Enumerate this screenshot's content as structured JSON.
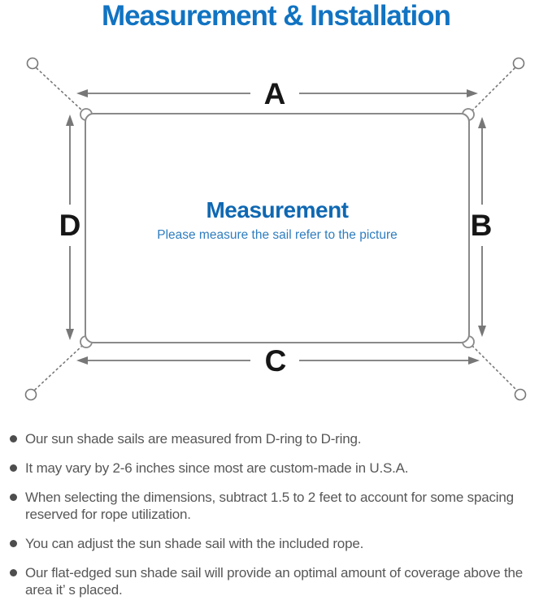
{
  "title": "Measurement & Installation",
  "diagram": {
    "labels": {
      "top": "A",
      "right": "B",
      "bottom": "C",
      "left": "D"
    },
    "center_title": "Measurement",
    "center_subtitle": "Please measure the sail refer to the picture"
  },
  "notes": [
    "Our sun shade sails are measured from D-ring to D-ring.",
    "It may vary by 2-6 inches since most are custom-made in U.S.A.",
    "When selecting the dimensions, subtract 1.5 to 2 feet to account for some spacing reserved for rope utilization.",
    "You can adjust the sun shade sail with the included rope.",
    "Our flat-edged sun shade sail will provide an optimal amount of coverage above the area it’ s placed."
  ],
  "colors": {
    "title_blue": "#1173c2",
    "center_blue": "#0f68b2",
    "subtitle_blue": "#2e7dbf",
    "line_gray": "#777777",
    "ring_gray": "#8a8a8a",
    "label_black": "#161616",
    "text_gray": "#575757",
    "bullet_gray": "#4d4d4d"
  }
}
